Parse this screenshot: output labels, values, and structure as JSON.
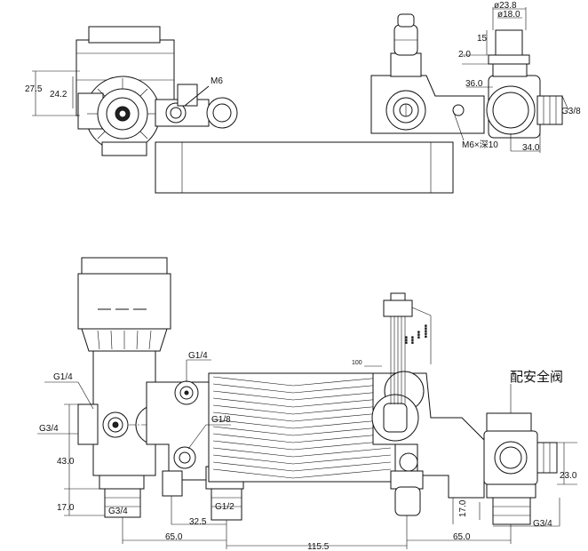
{
  "top_view": {
    "labels": {
      "dia_23_8": "ø23.8",
      "dia_18_0": "ø18.0",
      "d15": "15",
      "d2_0": "2.0",
      "d36_0": "36.0",
      "d27_5": "27.5",
      "d24_2": "24.2",
      "m6": "M6",
      "m6_depth": "M6×深10",
      "d34_0": "34.0",
      "g3_8": "G3/8"
    }
  },
  "front_view": {
    "labels": {
      "g1_4_left": "G1/4",
      "g1_4_mid": "G1/4",
      "g1_8": "G1/8",
      "g3_4_left": "G3/4",
      "d43_0": "43.0",
      "d17_0_left": "17.0",
      "g3_4_bottom": "G3/4",
      "d32_5": "32.5",
      "g1_2": "G1/2",
      "d65_0_left": "65.0",
      "d115_5": "115.5",
      "d65_0_right": "65.0",
      "d17_0_right": "17.0",
      "g3_4_right": "G3/4",
      "d23_0": "23.0",
      "safety_valve": "配安全阀",
      "d100": "100"
    }
  }
}
